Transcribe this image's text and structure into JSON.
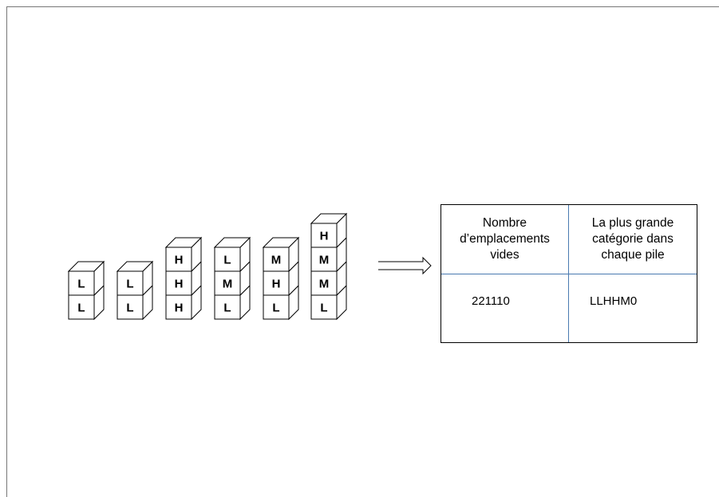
{
  "stacks": [
    [
      "L",
      "L"
    ],
    [
      "L",
      "L"
    ],
    [
      "H",
      "H",
      "H"
    ],
    [
      "L",
      "M",
      "L"
    ],
    [
      "L",
      "H",
      "M"
    ],
    [
      "L",
      "M",
      "M",
      "H"
    ]
  ],
  "table": {
    "header_empty_slots": "Nombre\nd’emplacements\nvides",
    "header_largest_category": "La plus grande\ncatégorie dans\nchaque pile",
    "value_empty_slots": "221110",
    "value_largest_category": "LLHHM0"
  }
}
